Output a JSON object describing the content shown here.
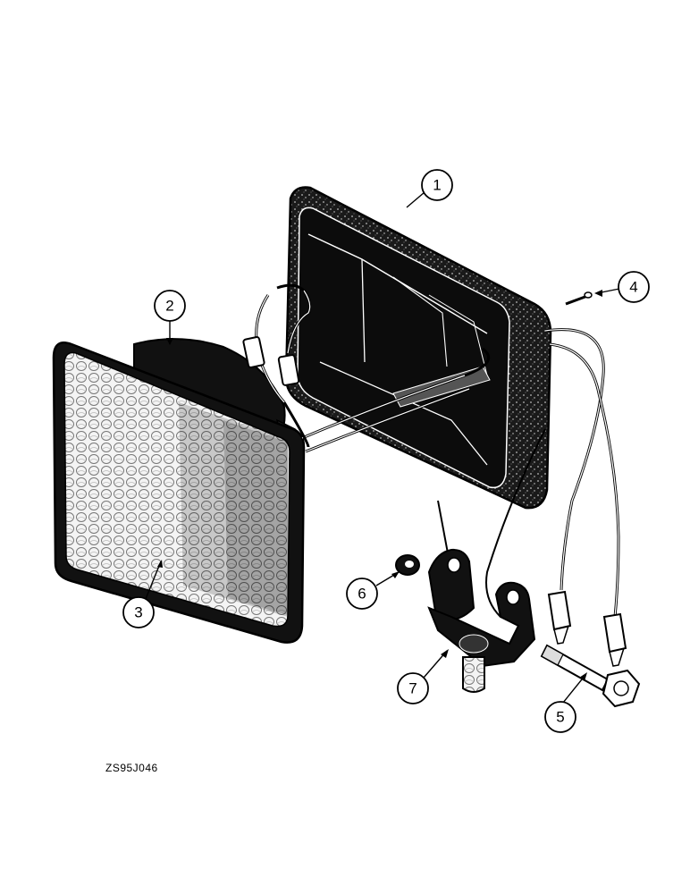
{
  "callouts": [
    {
      "id": "1",
      "label": "1"
    },
    {
      "id": "2",
      "label": "2"
    },
    {
      "id": "3",
      "label": "3"
    },
    {
      "id": "4",
      "label": "4"
    },
    {
      "id": "5",
      "label": "5"
    },
    {
      "id": "6",
      "label": "6"
    },
    {
      "id": "7",
      "label": "7"
    }
  ],
  "figure_code": "ZS95J046"
}
